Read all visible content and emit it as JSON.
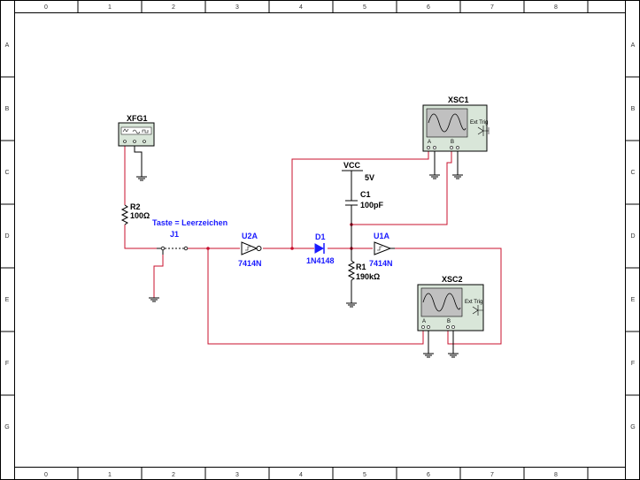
{
  "rulers": {
    "columns": [
      "0",
      "1",
      "2",
      "3",
      "4",
      "5",
      "6",
      "7",
      "8"
    ],
    "rows": [
      "A",
      "B",
      "C",
      "D",
      "E",
      "F",
      "G"
    ]
  },
  "components": {
    "xfg1": {
      "ref": "XFG1"
    },
    "r2": {
      "ref": "R2",
      "value": "100Ω"
    },
    "j1": {
      "ref": "J1",
      "key": "Taste = Leerzeichen"
    },
    "u2a": {
      "ref": "U2A",
      "part": "7414N"
    },
    "d1": {
      "ref": "D1",
      "part": "1N4148"
    },
    "vcc": {
      "ref": "VCC",
      "value": "5V"
    },
    "c1": {
      "ref": "C1",
      "value": "100pF"
    },
    "r1": {
      "ref": "R1",
      "value": "190kΩ"
    },
    "u1a": {
      "ref": "U1A",
      "part": "7414N"
    },
    "xsc1": {
      "ref": "XSC1",
      "ext_trig": "Ext Trig",
      "pin_a": "A",
      "pin_b": "B"
    },
    "xsc2": {
      "ref": "XSC2",
      "ext_trig": "Ext Trig",
      "pin_a": "A",
      "pin_b": "B"
    }
  },
  "colors": {
    "wire": "#c8102e",
    "component": "#000000",
    "label_blue": "#1a1aff",
    "ruler_bg": "#ffffff"
  }
}
